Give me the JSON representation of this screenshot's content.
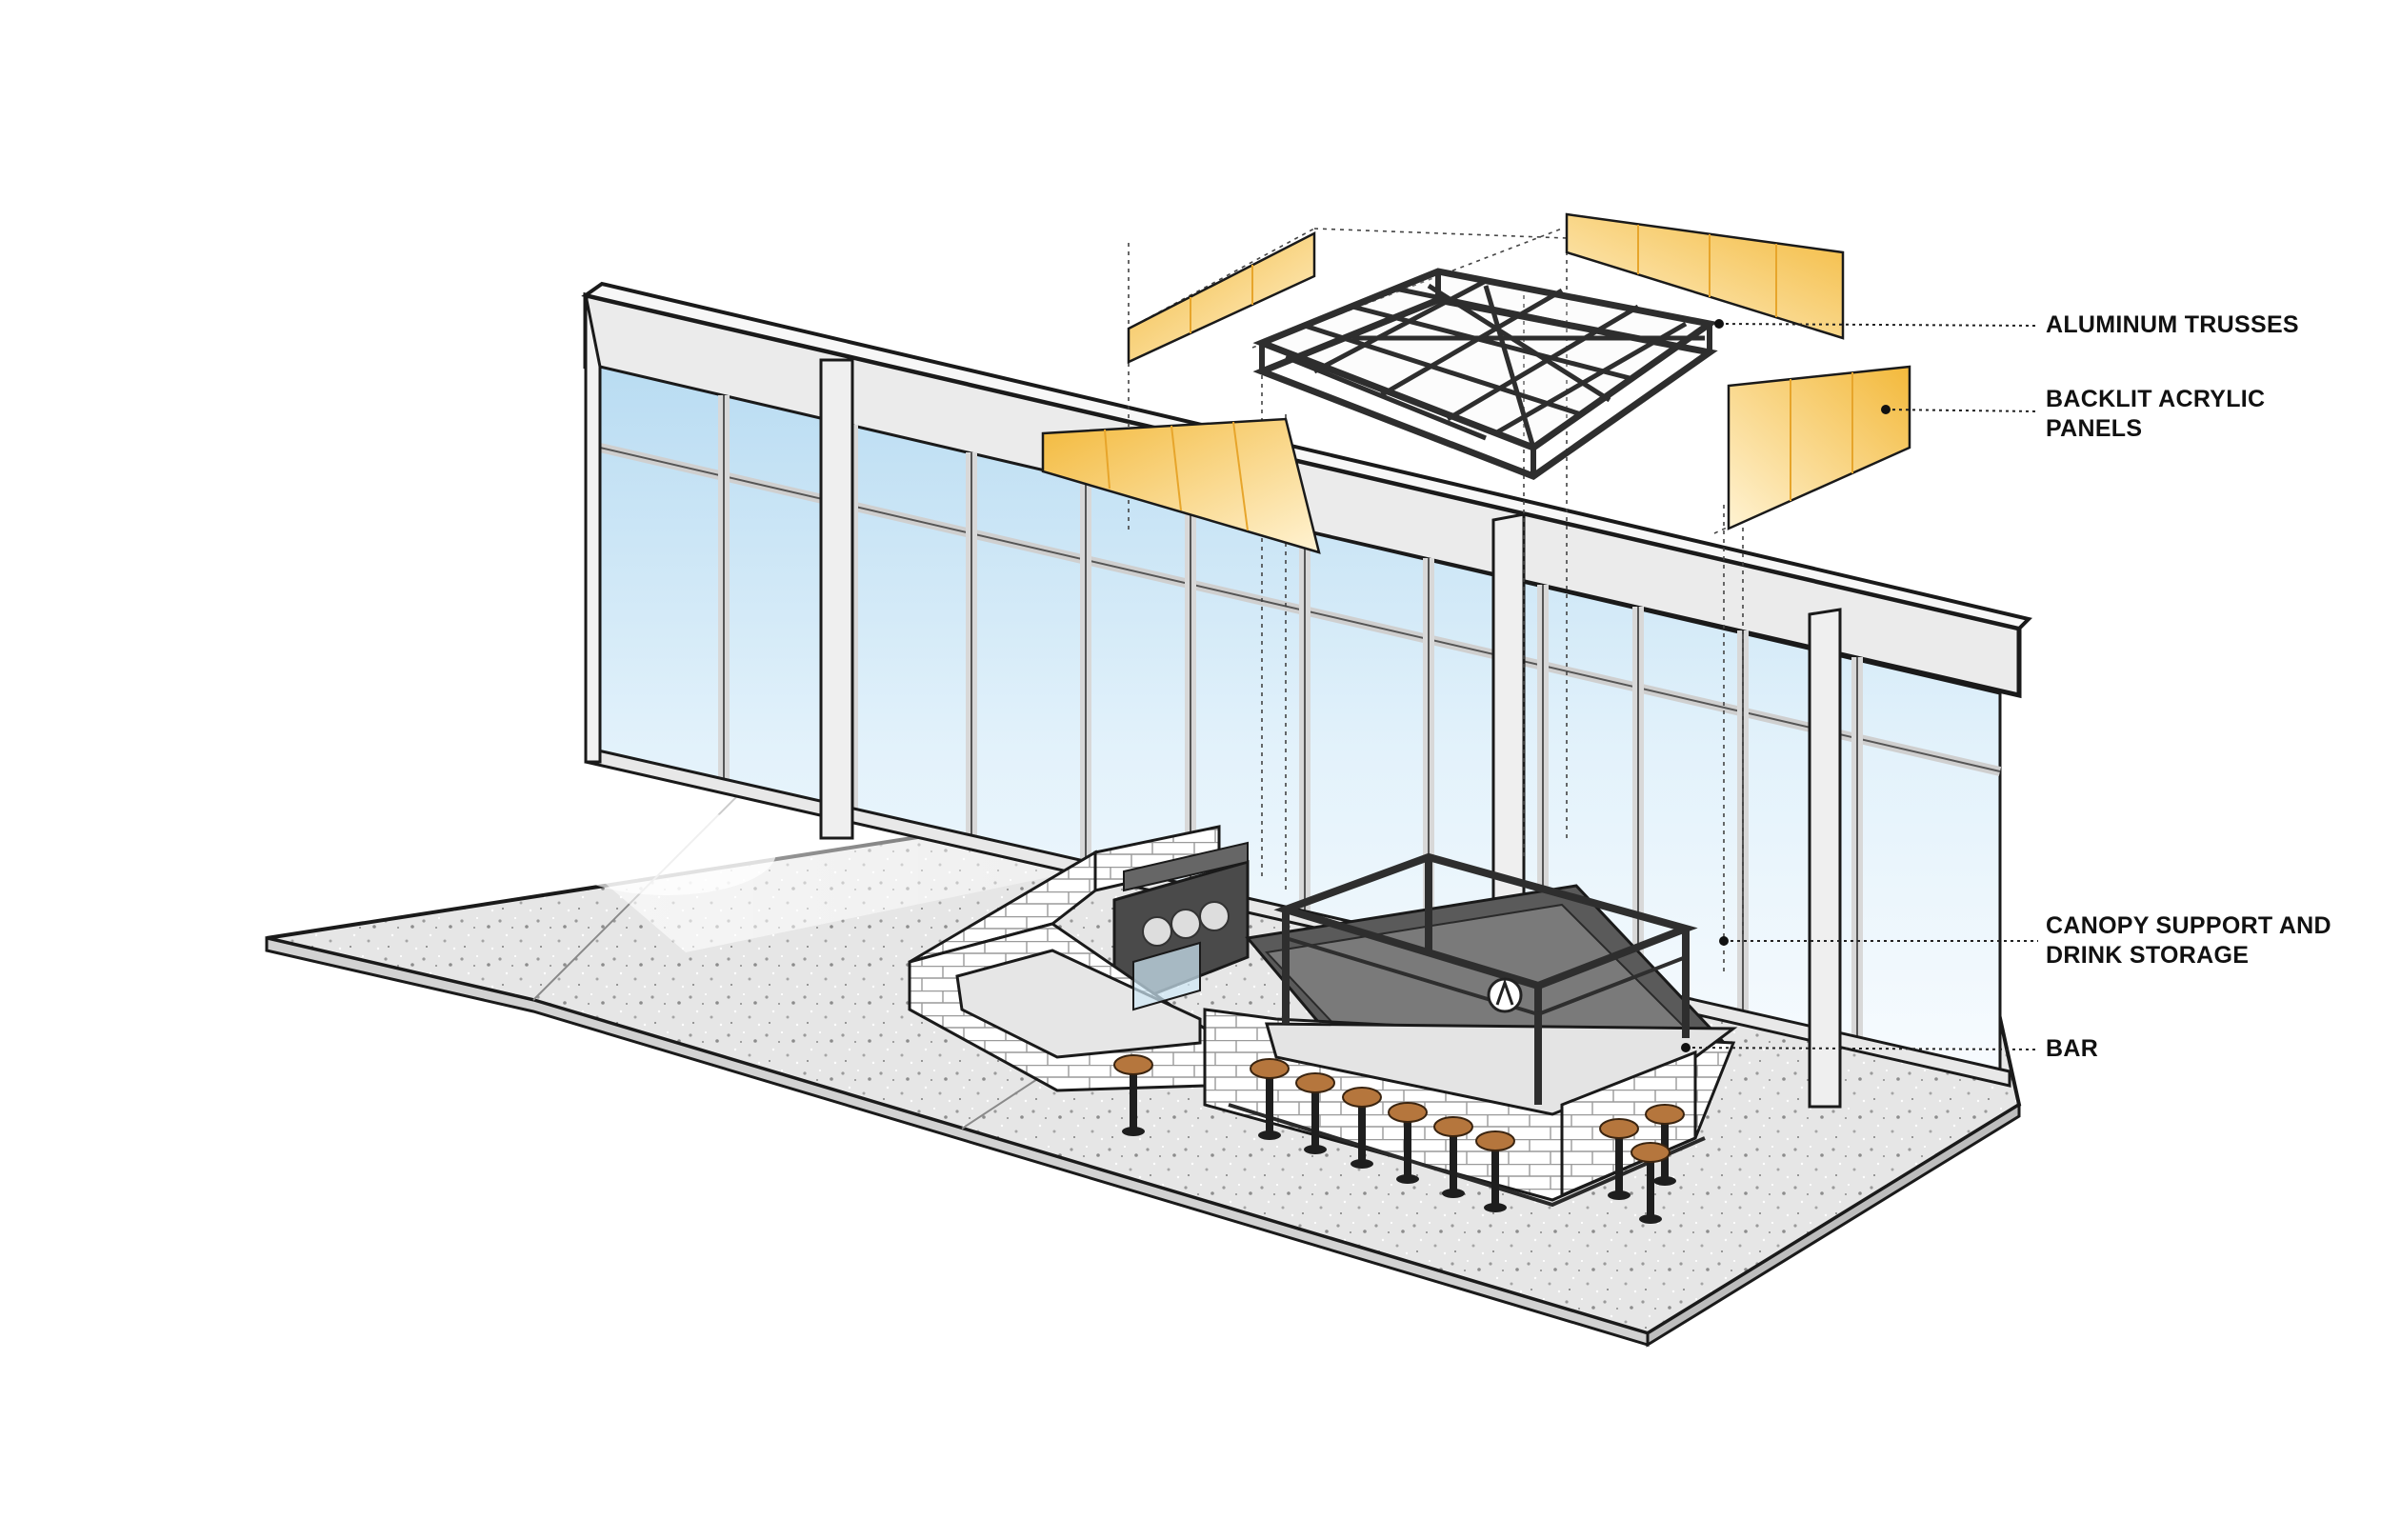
{
  "callouts": {
    "aluminum_trusses": "ALUMINUM TRUSSES",
    "backlit_acrylic_panels": "BACKLIT ACRYLIC\nPANELS",
    "canopy_support": "CANOPY SUPPORT AND\nDRINK STORAGE",
    "bar": "BAR"
  },
  "colors": {
    "glass": "#cfe8f7",
    "acrylic_panel": "#f6c24a",
    "truss": "#3a3a3a",
    "floor": "#e4e4e4",
    "stool_seat": "#b5763d"
  }
}
